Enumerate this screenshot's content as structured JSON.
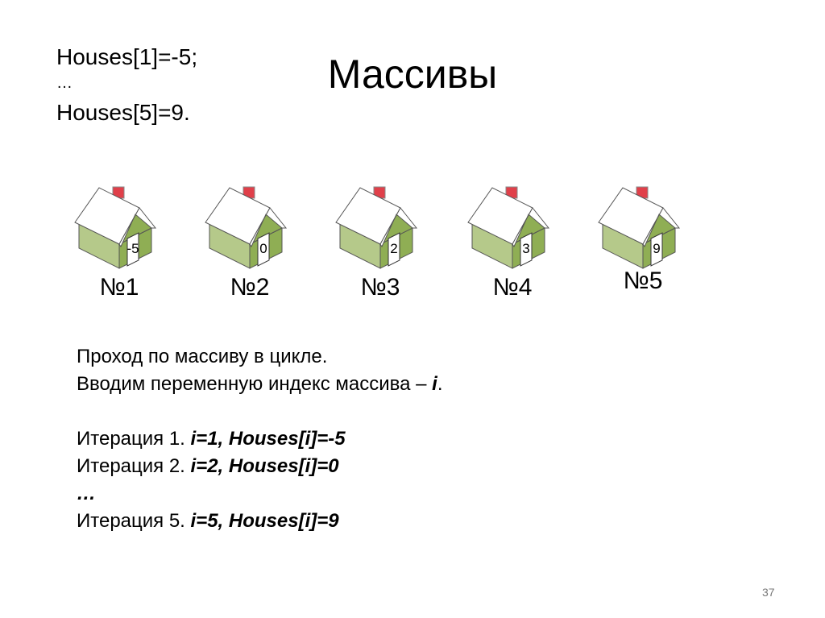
{
  "slide": {
    "title": "Массивы",
    "page_number": "37",
    "code_lines": [
      "Houses[1]=-5;",
      "…",
      "Houses[5]=9."
    ],
    "houses": [
      {
        "label": "№1",
        "value": "-5"
      },
      {
        "label": "№2",
        "value": "0"
      },
      {
        "label": "№3",
        "value": "2"
      },
      {
        "label": "№4",
        "value": "3"
      },
      {
        "label": "№5",
        "value": "9"
      }
    ],
    "colors": {
      "wall_front": "#b5c98a",
      "wall_side": "#8fae54",
      "roof": "#ffffff",
      "chimney": "#e0404a",
      "outline": "#555555"
    },
    "body": {
      "line1": "Проход по массиву в цикле.",
      "line2_plain": "Вводим переменную индекс массива – ",
      "line2_bold": "i",
      "line2_end": ".",
      "iterations": [
        {
          "plain": "Итерация 1. ",
          "bold": "i=1, Houses[i]=-5"
        },
        {
          "plain": "Итерация 2. ",
          "bold": "i=2, Houses[i]=0"
        },
        {
          "plain": "",
          "bold": "…"
        },
        {
          "plain": "Итерация 5. ",
          "bold": "i=5, Houses[i]=9"
        }
      ]
    }
  }
}
